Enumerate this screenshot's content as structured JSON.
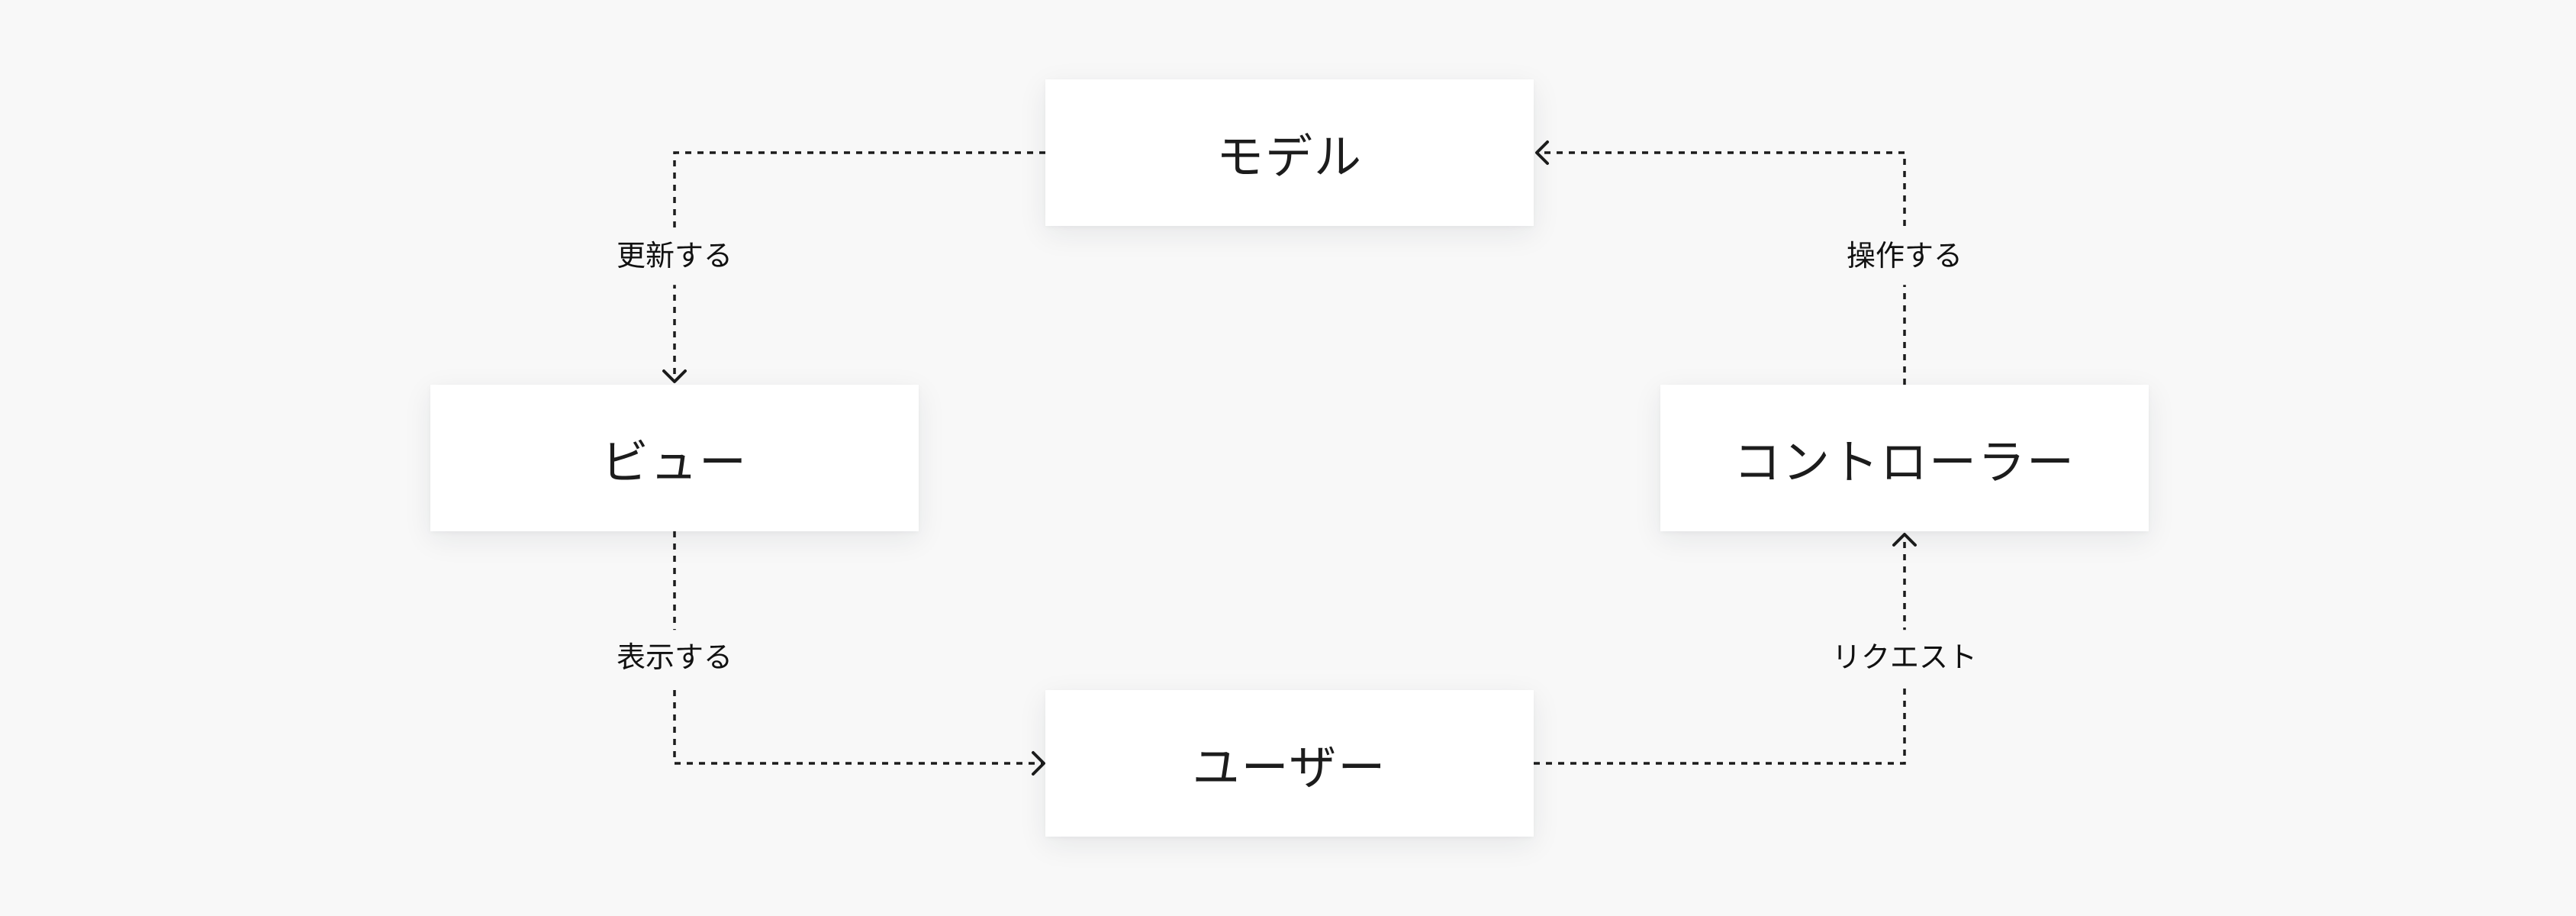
{
  "diagram": {
    "type": "MVC cycle",
    "colors": {
      "background": "#f8f8f8",
      "node_fill": "#ffffff",
      "text": "#1c1c1c",
      "line": "#1c1c1c"
    },
    "nodes": {
      "model": {
        "label": "モデル"
      },
      "view": {
        "label": "ビュー"
      },
      "controller": {
        "label": "コントローラー"
      },
      "user": {
        "label": "ユーザー"
      }
    },
    "edges": [
      {
        "id": "model-to-view",
        "from": "モデル",
        "to": "ビュー",
        "label": "更新する"
      },
      {
        "id": "view-to-user",
        "from": "ビュー",
        "to": "ユーザー",
        "label": "表示する"
      },
      {
        "id": "user-to-controller",
        "from": "ユーザー",
        "to": "コントローラー",
        "label": "リクエスト"
      },
      {
        "id": "controller-to-model",
        "from": "コントローラー",
        "to": "モデル",
        "label": "操作する"
      }
    ]
  }
}
